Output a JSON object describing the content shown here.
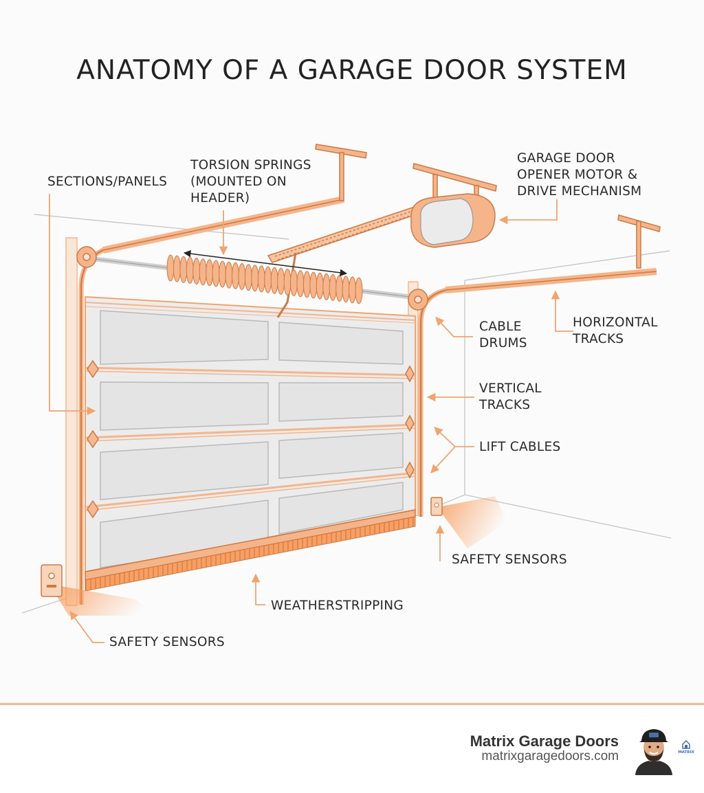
{
  "title": "ANATOMY OF A GARAGE DOOR SYSTEM",
  "labels": {
    "sections_panels": "SECTIONS/PANELS",
    "torsion_springs": [
      "TORSION SPRINGS",
      "(MOUNTED ON",
      "HEADER)"
    ],
    "opener_motor": [
      "GARAGE DOOR",
      "OPENER MOTOR &",
      "DRIVE MECHANISM"
    ],
    "cable_drums": [
      "CABLE",
      "DRUMS"
    ],
    "horizontal_tracks": [
      "HORIZONTAL",
      "TRACKS"
    ],
    "vertical_tracks": [
      "VERTICAL",
      "TRACKS"
    ],
    "lift_cables": "LIFT CABLES",
    "safety_sensors_right": "SAFETY SENSORS",
    "weatherstripping": "WEATHERSTRIPPING",
    "safety_sensors_left": "SAFETY SENSORS"
  },
  "brand": {
    "name": "Matrix Garage Doors",
    "url": "matrixgaragedoors.com",
    "logo_text": "MATRIX"
  },
  "colors": {
    "accent": "#f4a46e",
    "accent_dark": "#c97a45",
    "panel": "#ededed",
    "text": "#222222",
    "wall_line": "#c8c8c8"
  }
}
